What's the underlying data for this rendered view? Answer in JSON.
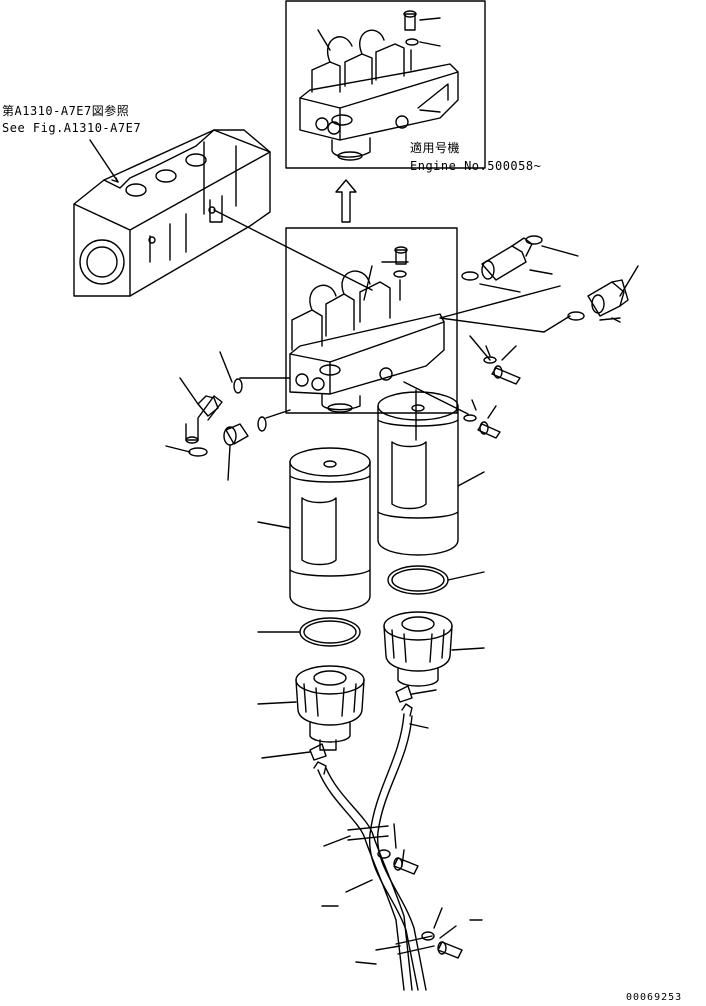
{
  "annotations": {
    "reference_jp": "第A1310-A7E7図参照",
    "reference_en": "See Fig.A1310-A7E7",
    "applicable_jp": "適用号機",
    "applicable_en": "Engine No.500058~"
  },
  "footer": {
    "drawing_number": "00069253"
  }
}
